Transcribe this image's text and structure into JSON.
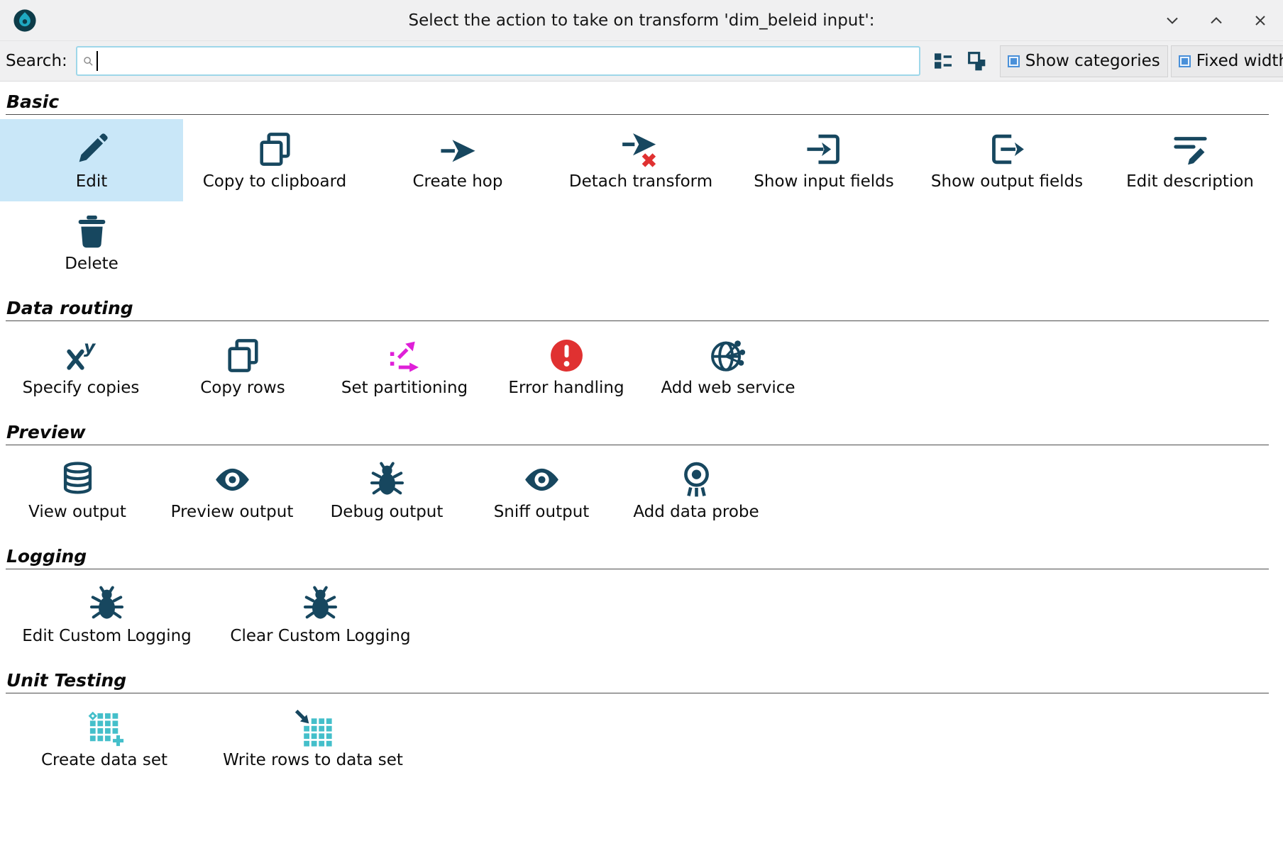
{
  "window": {
    "title": "Select the action to take on transform 'dim_beleid input':",
    "app_icon": "hop-logo-icon",
    "controls": [
      {
        "name": "window-shade-button",
        "icon": "chevron-down-icon"
      },
      {
        "name": "window-unshade-button",
        "icon": "chevron-up-icon"
      },
      {
        "name": "window-close-button",
        "icon": "close-icon"
      }
    ]
  },
  "toolbar": {
    "search_label": "Search:",
    "search_value": "",
    "view_toggles": [
      {
        "name": "categorized-view-button",
        "icon": "categorized-view-icon"
      },
      {
        "name": "flat-view-button",
        "icon": "flat-view-icon"
      }
    ],
    "checkboxes": [
      {
        "label": "Show categories",
        "checked": true
      },
      {
        "label": "Fixed width",
        "checked": true
      }
    ]
  },
  "categories": [
    {
      "name": "Basic",
      "items": [
        {
          "label": "Edit",
          "icon": "pencil-icon",
          "selected": true
        },
        {
          "label": "Copy to clipboard",
          "icon": "copy-icon",
          "selected": false
        },
        {
          "label": "Create hop",
          "icon": "hop-arrow-icon",
          "selected": false
        },
        {
          "label": "Detach transform",
          "icon": "detach-arrow-icon",
          "selected": false
        },
        {
          "label": "Show input fields",
          "icon": "input-fields-icon",
          "selected": false
        },
        {
          "label": "Show output fields",
          "icon": "output-fields-icon",
          "selected": false
        },
        {
          "label": "Edit description",
          "icon": "edit-description-icon",
          "selected": false
        },
        {
          "label": "Delete",
          "icon": "trash-icon",
          "selected": false
        }
      ]
    },
    {
      "name": "Data routing",
      "items": [
        {
          "label": "Specify copies",
          "icon": "copies-xy-icon",
          "selected": false
        },
        {
          "label": "Copy rows",
          "icon": "copy-icon",
          "selected": false
        },
        {
          "label": "Set partitioning",
          "icon": "partitioning-icon",
          "selected": false
        },
        {
          "label": "Error handling",
          "icon": "error-icon",
          "selected": false
        },
        {
          "label": "Add web service",
          "icon": "web-service-icon",
          "selected": false
        }
      ]
    },
    {
      "name": "Preview",
      "items": [
        {
          "label": "View output",
          "icon": "database-icon",
          "selected": false
        },
        {
          "label": "Preview output",
          "icon": "eye-icon",
          "selected": false
        },
        {
          "label": "Debug output",
          "icon": "bug-icon",
          "selected": false
        },
        {
          "label": "Sniff output",
          "icon": "eye-icon",
          "selected": false
        },
        {
          "label": "Add data probe",
          "icon": "probe-icon",
          "selected": false
        }
      ]
    },
    {
      "name": "Logging",
      "items": [
        {
          "label": "Edit Custom Logging",
          "icon": "bug-icon",
          "selected": false
        },
        {
          "label": "Clear Custom Logging",
          "icon": "bug-icon",
          "selected": false
        }
      ]
    },
    {
      "name": "Unit Testing",
      "items": [
        {
          "label": "Create data set",
          "icon": "dataset-add-icon",
          "selected": false
        },
        {
          "label": "Write rows to data set",
          "icon": "dataset-write-icon",
          "selected": false
        }
      ]
    }
  ],
  "colors": {
    "navy": "#17475f",
    "magenta": "#df1fd8",
    "teal": "#44bfca",
    "error_red": "#e03131",
    "selected_bg": "#c9e7f8",
    "titlebar_bg": "#f0f0f1",
    "checkbox_blue": "#4a90d9"
  }
}
